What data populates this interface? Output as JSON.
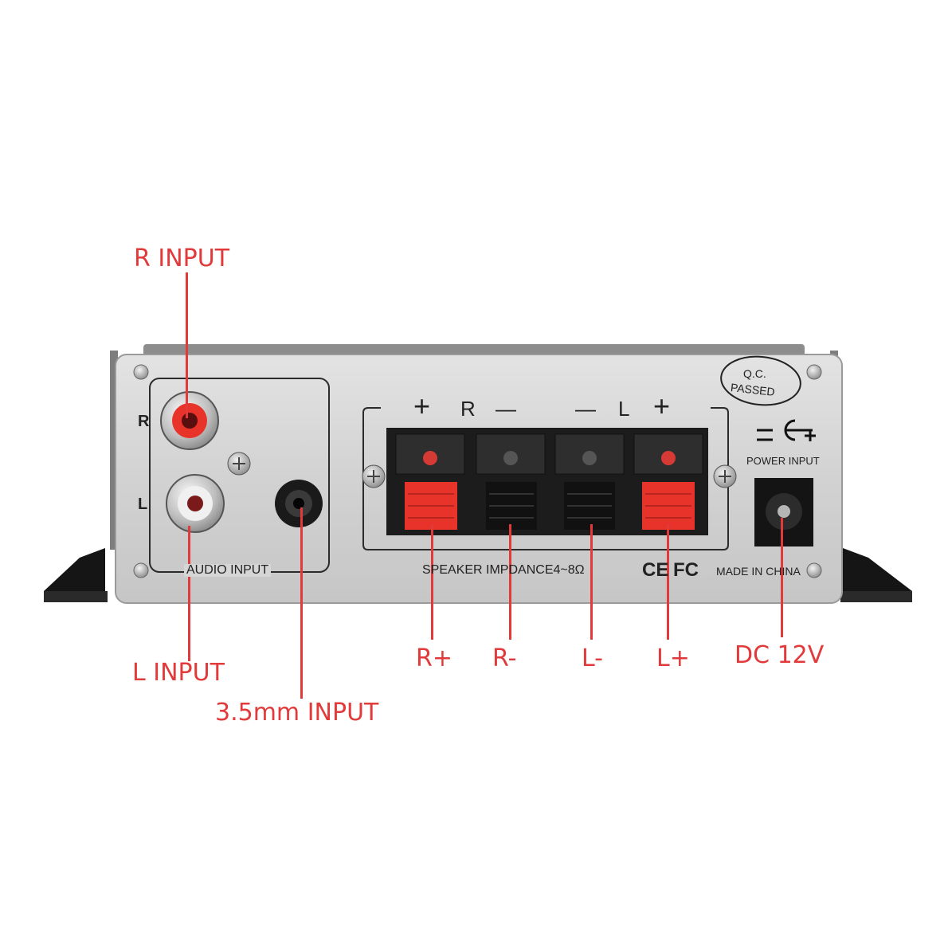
{
  "callouts": {
    "r_input": "R INPUT",
    "l_input": "L INPUT",
    "mm_input": "3.5mm INPUT",
    "r_plus": "R+",
    "r_minus": "R-",
    "l_minus": "L-",
    "l_plus": "L+",
    "dc": "DC 12V"
  },
  "panel": {
    "r": "R",
    "l": "L",
    "audio_input": "AUDIO INPUT",
    "terminal_header": {
      "plus_left": "+",
      "r": "R",
      "minus_left": "—",
      "minus_right": "—",
      "l": "L",
      "plus_right": "+"
    },
    "speaker": "SPEAKER IMPDANCE4~8Ω",
    "ce": "CE",
    "fc": "FC",
    "made_in": "MADE IN CHINA",
    "qc_line1": "Q.C.",
    "qc_line2": "PASSED",
    "power_input": "POWER INPUT"
  },
  "colors": {
    "callout": "#e23a3a",
    "panel": "#d3d3d3",
    "terminal_red": "#e8332b",
    "terminal_black": "#1c1c1c"
  }
}
